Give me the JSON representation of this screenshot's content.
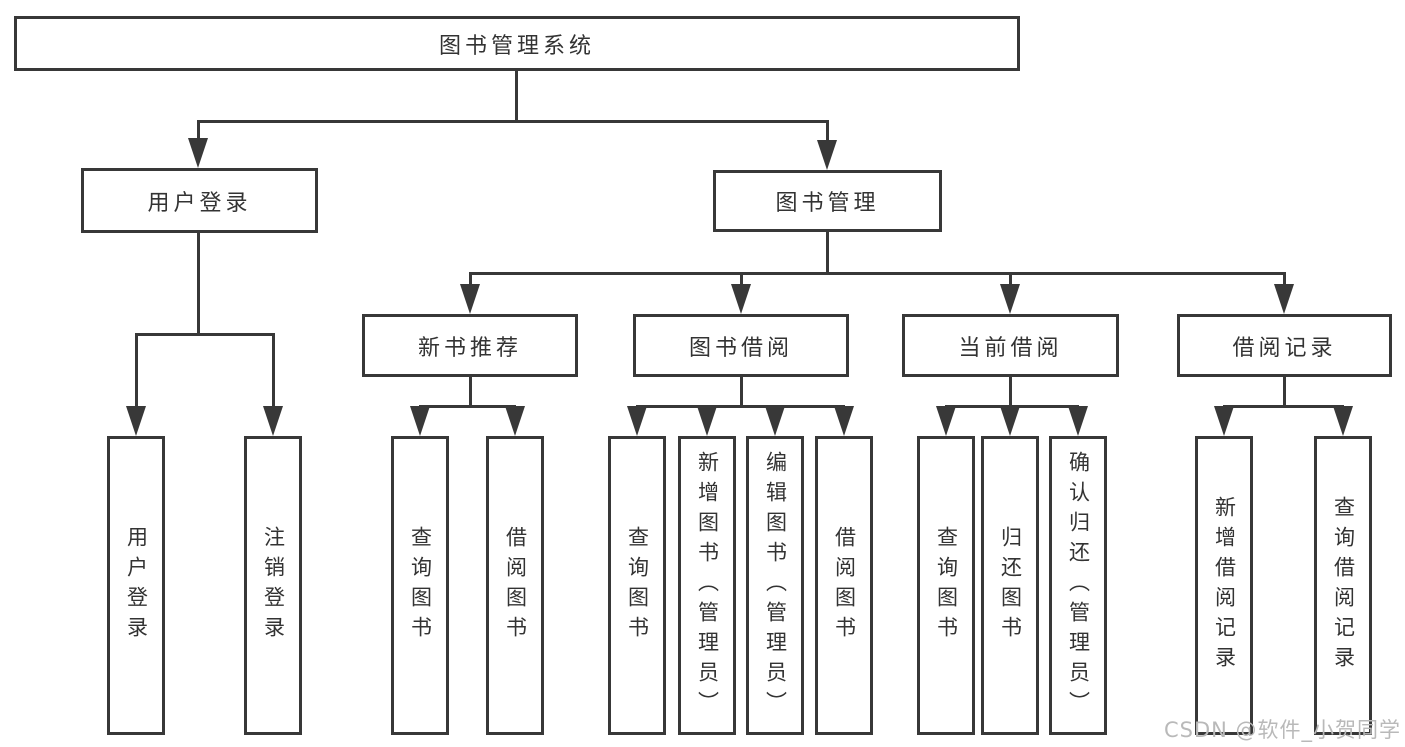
{
  "root": {
    "label": "图书管理系统"
  },
  "branches": [
    {
      "label": "用户登录",
      "children": [
        {
          "label": "用户登录"
        },
        {
          "label": "注销登录"
        }
      ]
    },
    {
      "label": "图书管理",
      "sections": [
        {
          "label": "新书推荐",
          "children": [
            {
              "label": "查询图书"
            },
            {
              "label": "借阅图书"
            }
          ]
        },
        {
          "label": "图书借阅",
          "children": [
            {
              "label": "查询图书"
            },
            {
              "label": "新增图书（管理员）"
            },
            {
              "label": "编辑图书（管理员）"
            },
            {
              "label": "借阅图书"
            }
          ]
        },
        {
          "label": "当前借阅",
          "children": [
            {
              "label": "查询图书"
            },
            {
              "label": "归还图书"
            },
            {
              "label": "确认归还（管理员）"
            }
          ]
        },
        {
          "label": "借阅记录",
          "children": [
            {
              "label": "新增借阅记录"
            },
            {
              "label": "查询借阅记录"
            }
          ]
        }
      ]
    }
  ],
  "watermark": {
    "text": "CSDN @软件_小贺同学"
  },
  "colors": {
    "line": "#383838",
    "text": "#333333",
    "watermark": "#b9b9b9",
    "background": "#ffffff"
  }
}
